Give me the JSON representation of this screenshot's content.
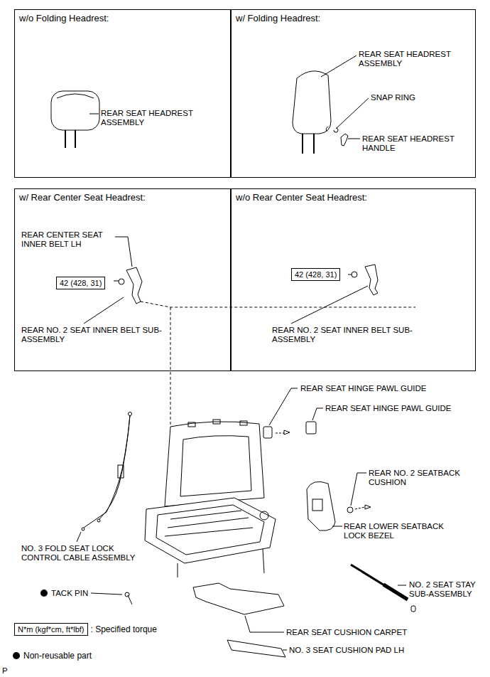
{
  "diagram": {
    "nodes": [
      {
        "text": [
          "w/o Folding Headrest:"
        ]
      },
      {
        "text": [
          "w/ Folding Headrest:"
        ]
      },
      {
        "text": [
          "w/ Rear Center Seat Headrest:"
        ]
      },
      {
        "text": [
          "w/o Rear Center Seat Headrest:"
        ]
      },
      {
        "text": [
          "42 (428, 31)"
        ],
        "in": 2
      },
      {
        "text": [
          "42 (428, 31)"
        ],
        "in": 3
      },
      {
        "text": [
          "N*m (kgf*cm, ft*lbf)"
        ]
      }
    ],
    "labels": [
      "REAR SEAT HEADREST ASSEMBLY",
      "REAR SEAT HEADREST ASSEMBLY",
      "SNAP RING",
      "REAR SEAT HEADREST HANDLE",
      "REAR CENTER SEAT INNER BELT LH",
      "REAR NO. 2 SEAT INNER BELT SUB-ASSEMBLY",
      "REAR NO. 2 SEAT INNER BELT SUB-ASSEMBLY",
      "REAR SEAT HINGE PAWL GUIDE",
      "REAR SEAT HINGE PAWL GUIDE",
      "REAR NO. 2 SEATBACK CUSHION",
      "REAR LOWER SEATBACK LOCK BEZEL",
      "NO. 3 FOLD SEAT LOCK CONTROL CABLE ASSEMBLY",
      "NO. 2 SEAT STAY SUB-ASSEMBLY",
      "TACK PIN",
      "REAR SEAT CUSHION CARPET",
      "NO. 3 SEAT CUSHION PAD LH",
      "P"
    ],
    "legend": [
      {
        "text": ": Specified torque"
      },
      {
        "text": "Non-reusable part"
      }
    ]
  }
}
